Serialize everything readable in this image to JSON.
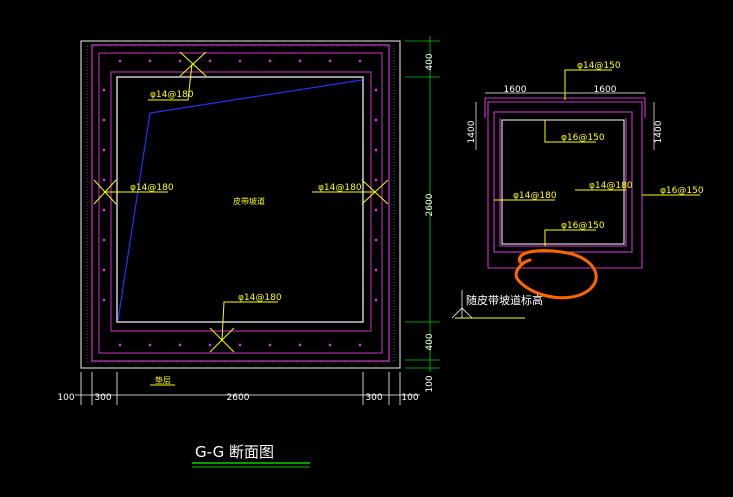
{
  "drawing": {
    "title": "G-G  断面图",
    "colors": {
      "background": "#000000",
      "dimension": "#ffffff",
      "rebar": "#cc33cc",
      "leader": "#ffff00",
      "sketch": "#2233ff",
      "annotation_circle": "#ff6600",
      "concrete": "#b0b0b0",
      "title_underline": "#00ff00",
      "dim_right": "#00cc00"
    },
    "section": {
      "labels": {
        "top_rebar": "φ14@180",
        "left_rebar": "φ14@180",
        "right_rebar": "φ14@180",
        "bottom_rebar": "φ14@180",
        "center_text": "皮带坡道",
        "bottom_tag": "垫层"
      },
      "bottom_dims": [
        "100",
        "300",
        "2600",
        "300",
        "100"
      ],
      "right_dims": [
        "400",
        "2600",
        "400",
        "100"
      ]
    },
    "detail": {
      "top_left_dim": "1600",
      "top_right_dim": "1600",
      "left_dim": "1400",
      "right_dim": "1400",
      "top_rebar": "φ14@150",
      "upper_rebar": "φ16@150",
      "mid_left_rebar": "φ14@180",
      "mid_right_rebar": "φ14@180",
      "outer_rebar": "φ16@150",
      "lower_rebar": "φ16@150",
      "elevation_note": "随皮带坡道标高"
    }
  }
}
